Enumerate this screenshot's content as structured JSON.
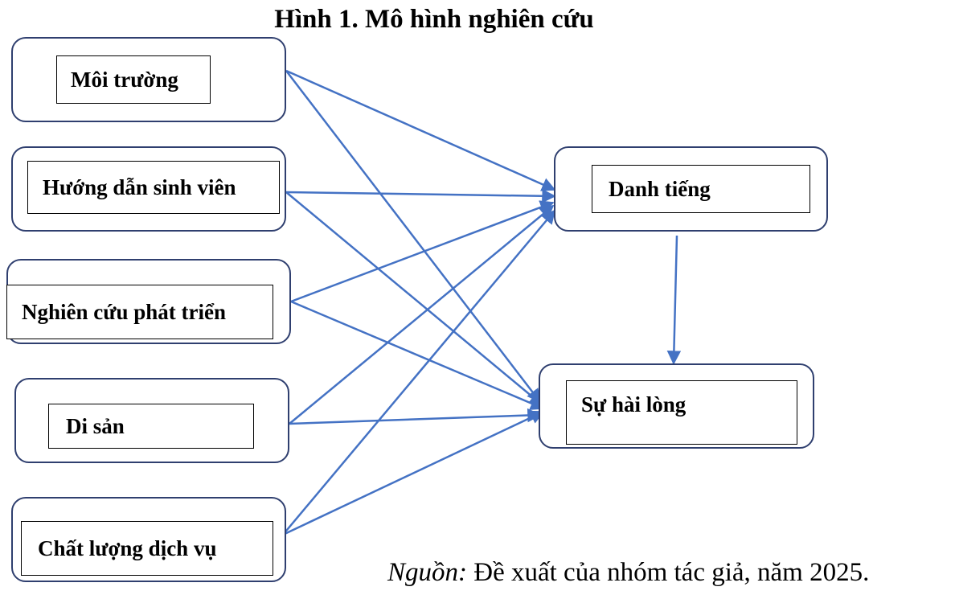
{
  "title": "Hình 1. Mô hình nghiên cứu",
  "nodes": {
    "moi_truong": "Môi trường",
    "huong_dan": "Hướng dẫn sinh viên",
    "nghien_cuu": "Nghiên cứu phát triển",
    "di_san": "Di sản",
    "chat_luong": "Chất lượng dịch vụ",
    "danh_tieng": "Danh tiếng",
    "su_hai_long": "Sự hài lòng"
  },
  "edges": [
    [
      "moi_truong",
      "danh_tieng"
    ],
    [
      "moi_truong",
      "su_hai_long"
    ],
    [
      "huong_dan",
      "danh_tieng"
    ],
    [
      "huong_dan",
      "su_hai_long"
    ],
    [
      "nghien_cuu",
      "danh_tieng"
    ],
    [
      "nghien_cuu",
      "su_hai_long"
    ],
    [
      "di_san",
      "danh_tieng"
    ],
    [
      "di_san",
      "su_hai_long"
    ],
    [
      "chat_luong",
      "danh_tieng"
    ],
    [
      "chat_luong",
      "su_hai_long"
    ],
    [
      "danh_tieng",
      "su_hai_long"
    ]
  ],
  "colors": {
    "arrow": "#4472c4",
    "node_border": "#2f3f6f"
  },
  "source": {
    "label": "Nguồn:",
    "text": " Đề xuất của nhóm tác giả, năm 2025."
  }
}
